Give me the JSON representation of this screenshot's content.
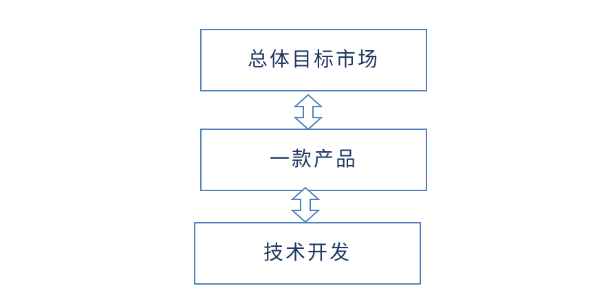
{
  "diagram": {
    "nodes": [
      {
        "label": "总体目标市场"
      },
      {
        "label": "一款产品"
      },
      {
        "label": "技术开发"
      }
    ],
    "connectors": [
      {
        "between": [
          "总体目标市场",
          "一款产品"
        ],
        "type": "double-vertical-arrow"
      },
      {
        "between": [
          "一款产品",
          "技术开发"
        ],
        "type": "double-vertical-arrow"
      }
    ],
    "colors": {
      "border": "#4f81bd",
      "text": "#1f3864",
      "background": "#ffffff"
    }
  }
}
